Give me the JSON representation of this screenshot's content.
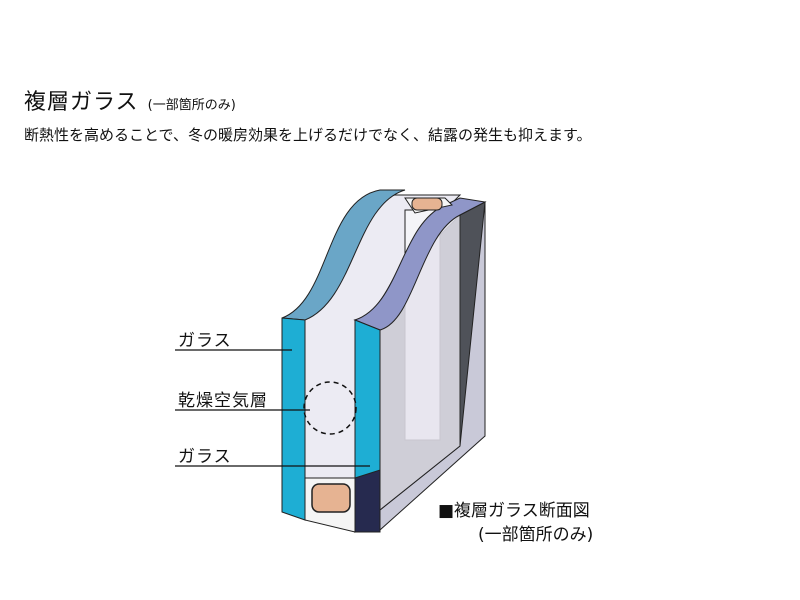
{
  "header": {
    "title": "複層ガラス",
    "title_note": "(一部箇所のみ)",
    "subtitle": "断熱性を高めることで、冬の暖房効果を上げるだけでなく、結露の発生も抑えます。"
  },
  "labels": {
    "outer_glass": "ガラス",
    "air_layer": "乾燥空気層",
    "inner_glass": "ガラス"
  },
  "caption": {
    "title": "■複層ガラス断面図",
    "note": "(一部箇所のみ)"
  },
  "colors": {
    "glass_edge": "#1eaed4",
    "glass_top": "#6aa6c7",
    "glass_pane": "#ecebf3",
    "frame_dark": "#4f5259",
    "frame_side": "#c9c9d8",
    "spacer": "#e6b392",
    "bottom_dark": "#262a4f"
  }
}
